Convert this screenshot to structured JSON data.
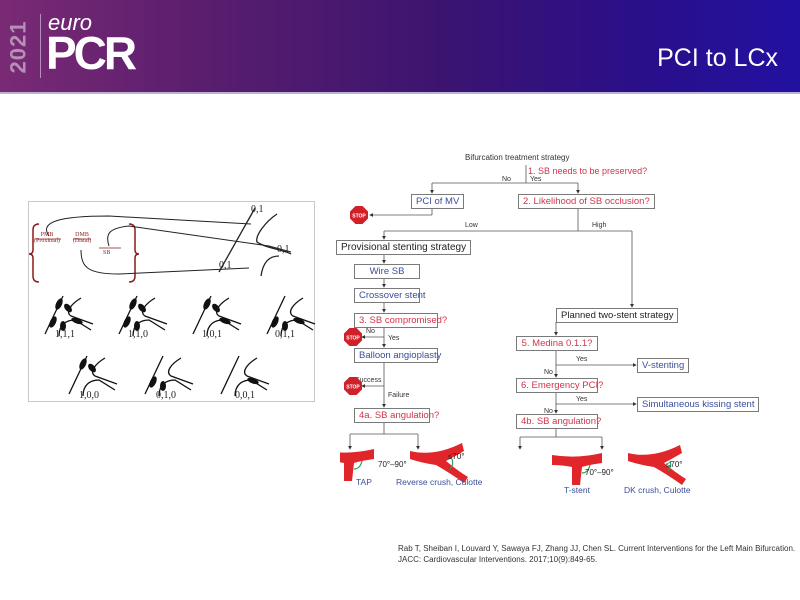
{
  "header": {
    "logo": {
      "year": "2021",
      "prefix": "euro",
      "name": "PCR"
    },
    "title": "PCI to LCx"
  },
  "medina": {
    "components": {
      "pmb": "PMB",
      "pmb_sub": "(Proximal)",
      "dmb": "DMB",
      "dmb_sub": "(Distal)",
      "sb": "SB"
    },
    "axis_codes": [
      "0,1",
      "0,1",
      "0,1"
    ],
    "classes": [
      "1,1,1",
      "1,1,0",
      "1,0,1",
      "0,1,1",
      "1,0,0",
      "0,1,0",
      "0,0,1"
    ]
  },
  "flowchart": {
    "title": "Bifurcation treatment strategy",
    "q1": "1. SB needs to be preserved?",
    "q1_no": "No",
    "q1_yes": "Yes",
    "pci_mv": "PCI of MV",
    "q2": "2. Likelihood of SB occlusion?",
    "q2_low": "Low",
    "q2_high": "High",
    "provisional": "Provisional stenting strategy",
    "wire_sb": "Wire SB",
    "crossover": "Crossover stent",
    "q3": "3. SB compromised?",
    "q3_no": "No",
    "q3_yes": "Yes",
    "balloon": "Balloon angioplasty",
    "success": "Success",
    "failure": "Failure",
    "q4a": "4a. SB angulation?",
    "two_stent": "Planned two-stent strategy",
    "q5": "5. Medina 0.1.1?",
    "q5_yes": "Yes",
    "q5_no": "No",
    "v_stenting": "V-stenting",
    "q6": "6. Emergency PCI?",
    "q6_yes": "Yes",
    "q6_no": "No",
    "sks": "Simultaneous kissing stent",
    "q4b": "4b. SB angulation?",
    "stop": "STOP",
    "outcomes": [
      {
        "angle": "70°–90°",
        "technique": "TAP"
      },
      {
        "angle": "≤70°",
        "technique": "Reverse  crush, Culotte"
      },
      {
        "angle": "70°–90°",
        "technique": "T-stent"
      },
      {
        "angle": "≤70°",
        "technique": "DK  crush, Culotte"
      }
    ],
    "colors": {
      "question": "#d0344a",
      "action": "#3a4e9a",
      "vessel": "#e0262a",
      "angle_arc": "#2aa05a"
    }
  },
  "citation": {
    "line1": "Rab T, Sheiban I, Louvard Y, Sawaya FJ, Zhang JJ, Chen SL. Current Interventions for the Left Main Bifurcation.",
    "line2": "JACC: Cardiovascular Interventions. 2017;10(9):849-65."
  }
}
